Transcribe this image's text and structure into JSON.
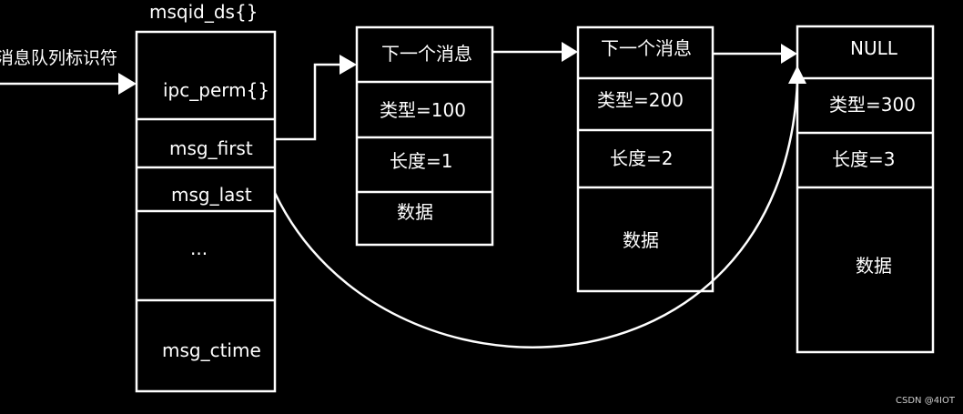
{
  "queue_id_label": "消息队列标识符",
  "msqid": {
    "title": "msqid_ds{}",
    "fields": [
      "ipc_perm{}",
      "msg_first",
      "msg_last",
      "...",
      "msg_ctime"
    ]
  },
  "messages": [
    {
      "fields": [
        "下一个消息",
        "类型=100",
        "长度=1",
        "数据"
      ]
    },
    {
      "fields": [
        "下一个消息",
        "类型=200",
        "长度=2",
        "数据"
      ]
    },
    {
      "fields": [
        "NULL",
        "类型=300",
        "长度=3",
        "数据"
      ]
    }
  ],
  "watermark": "CSDN @4IOT"
}
